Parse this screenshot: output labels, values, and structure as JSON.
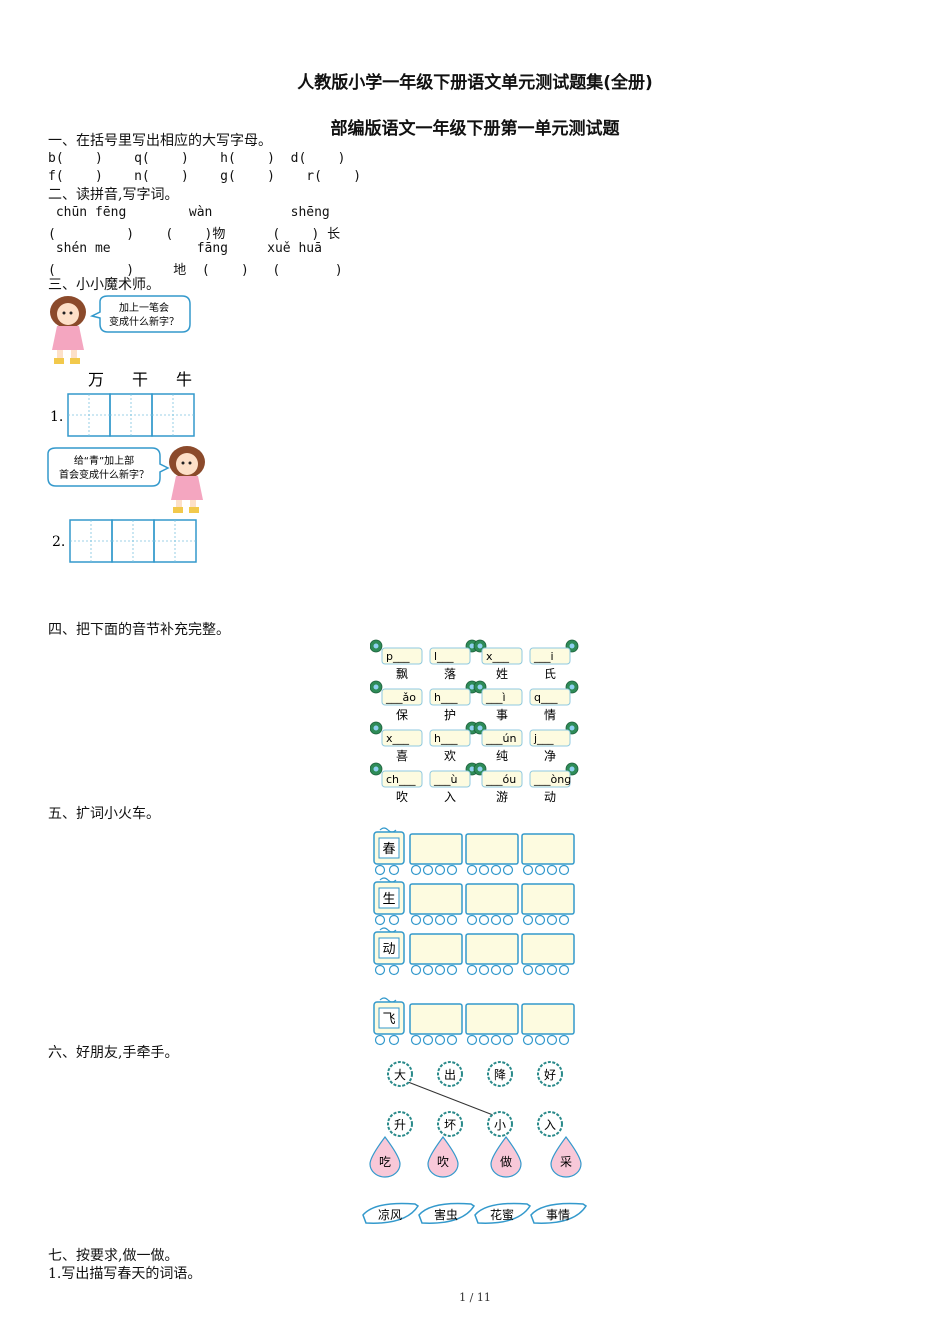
{
  "doc_title": "人教版小学一年级下册语文单元测试题集(全册)",
  "unit_title": "部编版语文一年级下册第一单元测试题",
  "q1": {
    "heading": "一、在括号里写出相应的大写字母。",
    "row1": "b(    )    q(    )    h(    )  d(    )",
    "row2": "f(    )    n(    )    g(    )    r(    )"
  },
  "q2": {
    "heading": "二、读拼音,写字词。",
    "row1": " chūn fēng        wàn          shēng",
    "row2": "(         )    (    )物      (    ) 长",
    "row3": " shén me           fāng     xuě huā",
    "row4": "(         )     地  (    )   (       )"
  },
  "q3": {
    "heading": "三、小小魔术师。",
    "bubble1_line1": "加上一笔会",
    "bubble1_line2": "变成什么新字？",
    "chars": [
      "万",
      "干",
      "牛"
    ],
    "num1": "1.",
    "bubble2_line1": "给“青”加上部",
    "bubble2_line2": "首会变成什么新字？",
    "num2": "2."
  },
  "q4": {
    "heading": "四、把下面的音节补充完整。",
    "rows": [
      {
        "boxes": [
          "p___",
          "l___",
          "x___",
          "___i"
        ],
        "chars": [
          "飘",
          "落",
          "姓",
          "氏"
        ]
      },
      {
        "boxes": [
          "___ǎo",
          "h___",
          "___ì",
          "q___"
        ],
        "chars": [
          "保",
          "护",
          "事",
          "情"
        ]
      },
      {
        "boxes": [
          "x___",
          "h___",
          "___ún",
          "j___"
        ],
        "chars": [
          "喜",
          "欢",
          "纯",
          "净"
        ]
      },
      {
        "boxes": [
          "ch___",
          "___ù",
          "___óu",
          "___òng"
        ],
        "chars": [
          "吹",
          "入",
          "游",
          "动"
        ]
      }
    ]
  },
  "q5": {
    "heading": "五、扩词小火车。",
    "trains": [
      "春",
      "生",
      "动",
      "飞"
    ]
  },
  "q6": {
    "heading": "六、好朋友,手牵手。",
    "top_row": [
      "大",
      "出",
      "降",
      "好"
    ],
    "mid_row": [
      "升",
      "坏",
      "小",
      "入"
    ],
    "drops": [
      "吃",
      "吹",
      "做",
      "采"
    ],
    "leaves": [
      "凉风",
      "害虫",
      "花蜜",
      "事情"
    ]
  },
  "q7": {
    "heading": "七、按要求,做一做。",
    "item1": "1.写出描写春天的词语。"
  },
  "page_number": "1 / 11",
  "colors": {
    "accent_blue": "#3399cc",
    "box_fill": "#fdfbe0",
    "drop_pink": "#f8c8d8",
    "circle_border": "#2a8a8a"
  }
}
